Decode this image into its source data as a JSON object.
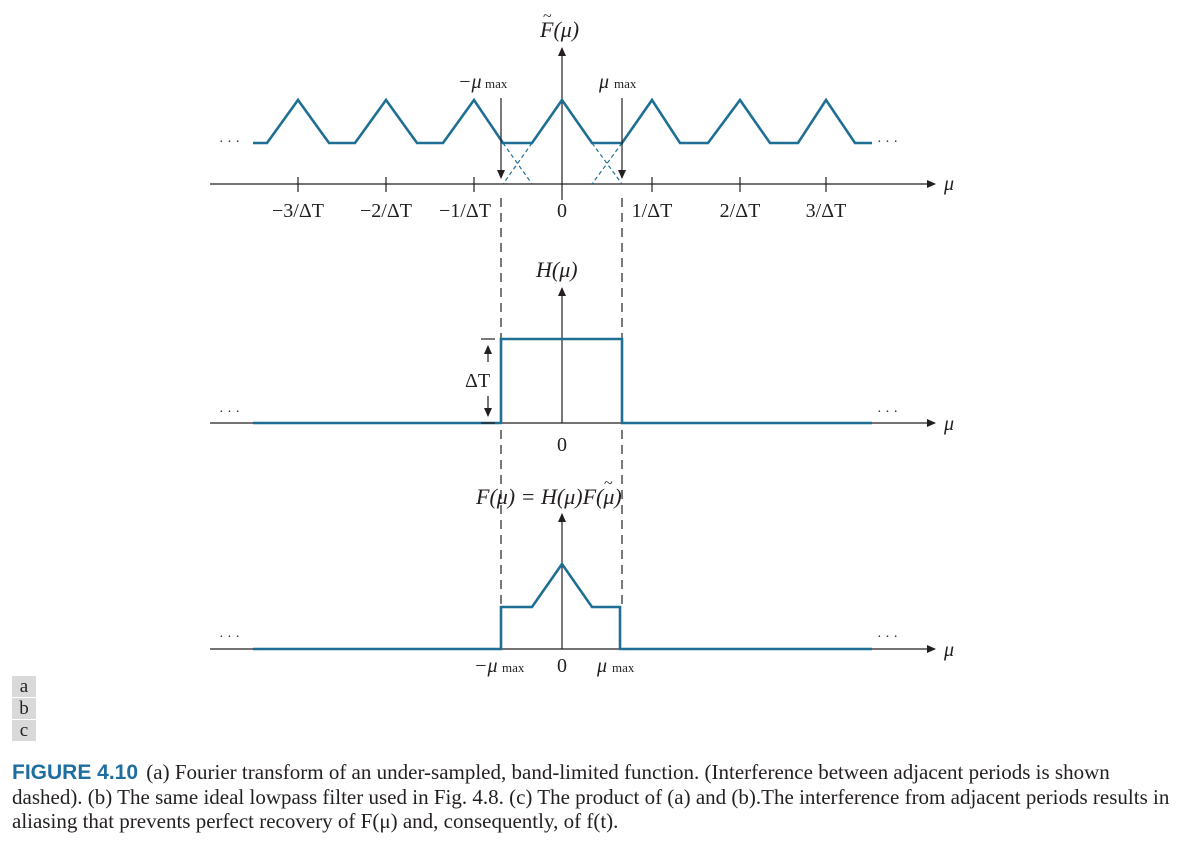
{
  "colors": {
    "signal": "#1f6f95",
    "ink": "#231f20",
    "dots": "#2e86b8",
    "figlabel": "#1e6fa0"
  },
  "panel_a": {
    "func_label": "F(μ)",
    "mu_neg_max": "−μ",
    "mu_max": "μ",
    "max_sub": "max",
    "axis_var": "μ",
    "ticks": [
      "−3/ΔT",
      "−2/ΔT",
      "−1/ΔT",
      "0",
      "1/ΔT",
      "2/ΔT",
      "3/ΔT"
    ],
    "ellipsis": "· · ·"
  },
  "panel_b": {
    "func_label": "H(μ)",
    "height_label": "ΔT",
    "zero": "0",
    "axis_var": "μ",
    "ellipsis": "· · ·"
  },
  "panel_c": {
    "func_label": "F(μ) = H(μ)F(μ)",
    "neg_max": "−μ",
    "zero": "0",
    "max": "μ",
    "max_sub": "max",
    "axis_var": "μ",
    "ellipsis": "· · ·"
  },
  "panel_letters": [
    "a",
    "b",
    "c"
  ],
  "caption": {
    "label": "FIGURE 4.10",
    "text": "(a) Fourier transform of an under-sampled, band-limited function. (Interference between adjacent periods is shown dashed). (b) The same ideal lowpass filter used in Fig. 4.8. (c) The product of (a) and (b).The interference from adjacent periods results in aliasing that prevents perfect recovery of F(μ) and, consequently, of f(t)."
  }
}
